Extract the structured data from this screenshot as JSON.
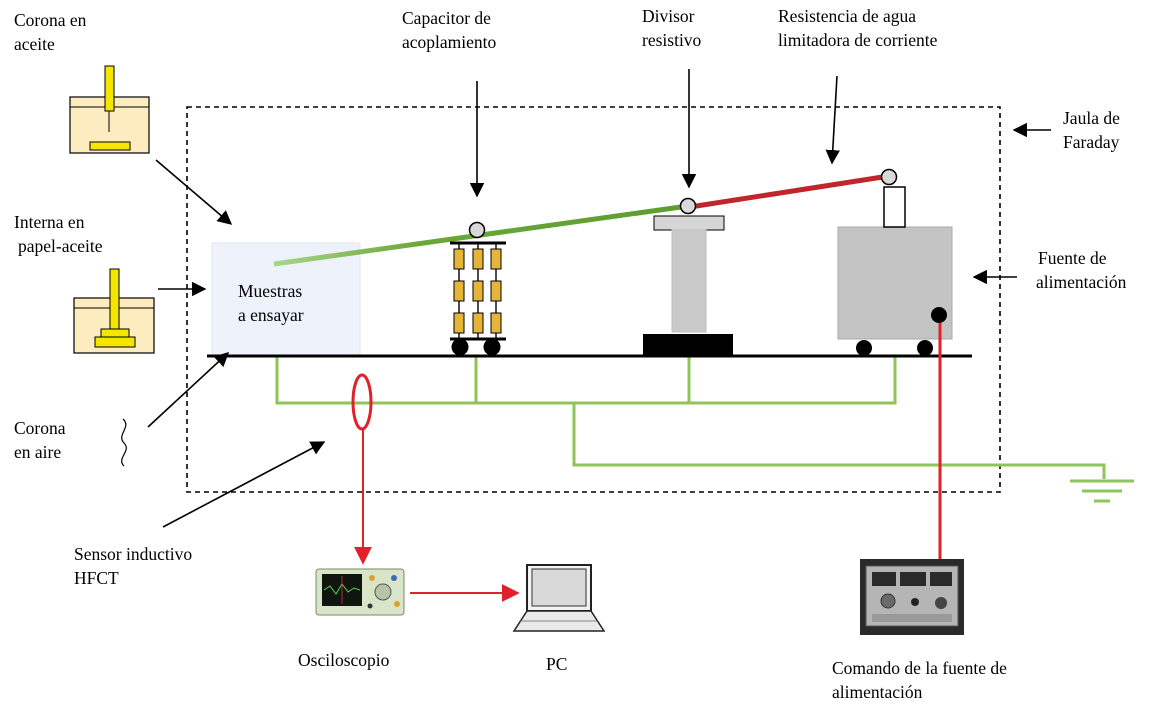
{
  "labels": {
    "corona_aceite": [
      "Corona en",
      "aceite"
    ],
    "interna_papel": [
      "Interna en",
      "papel-aceite"
    ],
    "corona_aire": [
      "Corona",
      "en aire"
    ],
    "sensor": [
      "Sensor inductivo",
      "HFCT"
    ],
    "capacitor": [
      "Capacitor de",
      "acoplamiento"
    ],
    "divisor": [
      "Divisor",
      "resistivo"
    ],
    "resistencia": [
      "Resistencia de agua",
      "limitadora de corriente"
    ],
    "jaula": [
      "Jaula de",
      "Faraday"
    ],
    "fuente": [
      "Fuente de",
      "alimentación"
    ],
    "muestras": [
      "Muestras",
      "a ensayar"
    ],
    "osciloscopio": "Osciloscopio",
    "pc": "PC",
    "comando": [
      "Comando de la fuente de",
      "alimentación"
    ]
  },
  "colors": {
    "ground_wire": "#8dc656",
    "hv_green": "#6aa83a",
    "hv_red": "#c0262c",
    "signal_red": "#e0202a",
    "oil": "#fcecbf",
    "electrode": "#f5e600",
    "resistor": "#e7b43a",
    "equipment_gray": "#c4c4c4"
  },
  "icons": [
    "oil-cup-icon",
    "oscilloscope-icon",
    "laptop-icon",
    "control-panel-icon",
    "ground-symbol-icon"
  ]
}
